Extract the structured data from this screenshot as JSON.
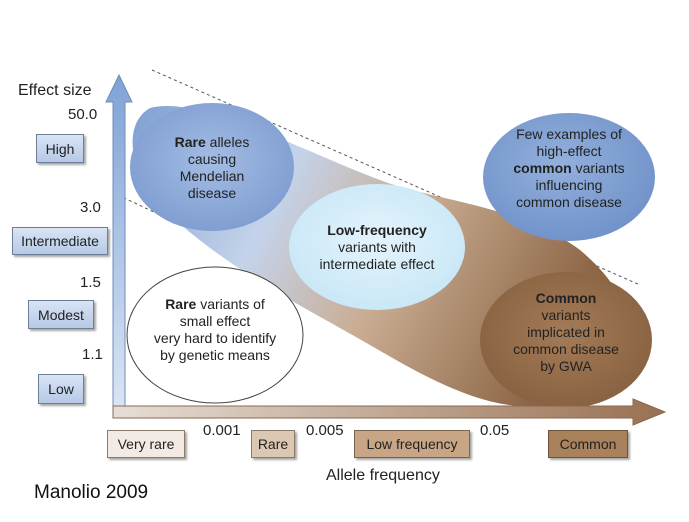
{
  "y_axis": {
    "title": "Effect size",
    "ticks": [
      "50.0",
      "3.0",
      "1.5",
      "1.1"
    ],
    "categories": [
      "High",
      "Intermediate",
      "Modest",
      "Low"
    ]
  },
  "x_axis": {
    "title": "Allele frequency",
    "ticks": [
      "0.001",
      "0.005",
      "0.05"
    ],
    "categories": [
      "Very rare",
      "Rare",
      "Low frequency",
      "Common"
    ]
  },
  "regions": {
    "rare_mendelian": {
      "bold": "Rare",
      "line1_rest": " alleles",
      "line2": "causing",
      "line3": "Mendelian",
      "line4": "disease"
    },
    "low_frequency": {
      "bold": "Low-frequency",
      "line2": "variants with",
      "line3": "intermediate effect"
    },
    "few_examples": {
      "line1": "Few examples of",
      "line2": "high-effect",
      "bold": "common",
      "line3_rest": " variants",
      "line4": "influencing",
      "line5": "common disease"
    },
    "common_gwa": {
      "bold": "Common",
      "line2": "variants",
      "line3": "implicated in",
      "line4": "common disease",
      "line5": "by GWA"
    },
    "rare_small": {
      "bold": "Rare",
      "line1_rest": " variants of",
      "line2": "small effect",
      "line3": "very hard to identify",
      "line4": "by genetic means"
    }
  },
  "credit": "Manolio 2009",
  "colors": {
    "axis_blue": "#8fb0dc",
    "axis_brown": "#a0795a",
    "rare_blob": "#8aa7d6",
    "lowfreq_blob": "#d6eef9",
    "common_blob": "#9c7250",
    "few_examples_blob": "#7f9fd2"
  }
}
